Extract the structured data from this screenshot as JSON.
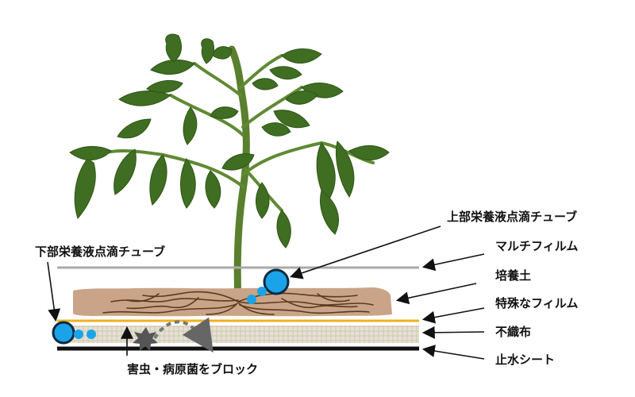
{
  "labels": {
    "upper_drip_tube": "上部栄養液点滴チューブ",
    "lower_drip_tube": "下部栄養液点滴チューブ",
    "mulch_film": "マルチフィルム",
    "culture_soil": "培養土",
    "special_film": "特殊なフィルム",
    "nonwoven_fabric": "不織布",
    "waterproof_sheet": "止水シート",
    "pest_block": "害虫・病原菌をブロック"
  },
  "colors": {
    "mulch": "#a9a9a9",
    "soil": "#c9a488",
    "roots": "#5b3a1e",
    "special_film": "#f0b020",
    "nonwoven": "#d9d4c4",
    "waterproof": "#111111",
    "tube": "#1aa3e8",
    "pathogen": "#555555",
    "leaf": "#3f6e22",
    "stem": "#5a7f2e"
  },
  "icons": {
    "pathogen": "star-pathogen-icon",
    "tube": "drip-tube-icon"
  }
}
